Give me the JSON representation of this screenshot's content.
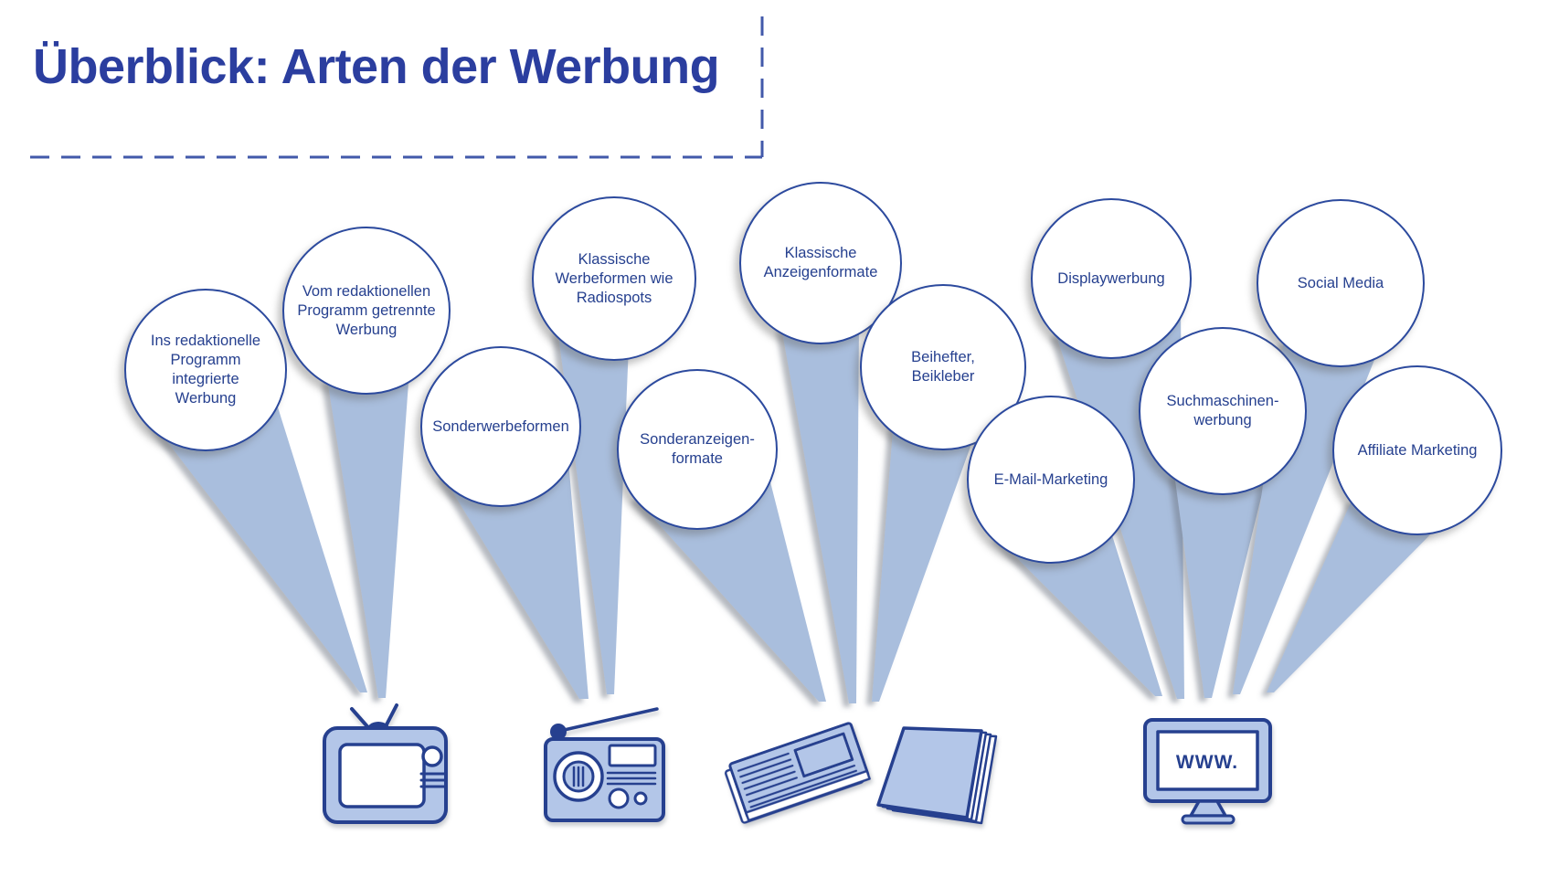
{
  "title": "Überblick: Arten der Werbung",
  "balloons": [
    {
      "id": "integrierte-werbung",
      "medium": "tv",
      "label": "Ins redaktionelle\nProgramm integrierte\nWerbung"
    },
    {
      "id": "getrennte-werbung",
      "medium": "tv",
      "label": "Vom redaktionellen\nProgramm getrennte\nWerbung"
    },
    {
      "id": "sonderwerbeformen",
      "medium": "radio",
      "label": "Sonderwerbeformen"
    },
    {
      "id": "radiospots",
      "medium": "radio",
      "label": "Klassische\nWerbeformen wie\nRadiospots"
    },
    {
      "id": "sonderanzeigenformate",
      "medium": "print",
      "label": "Sonderanzeigen-\nformate"
    },
    {
      "id": "klassische-anzeigenformate",
      "medium": "print",
      "label": "Klassische\nAnzeigenformate"
    },
    {
      "id": "beihefter-beikleber",
      "medium": "print",
      "label": "Beihefter,\nBeikleber"
    },
    {
      "id": "email-marketing",
      "medium": "online",
      "label": "E-Mail-Marketing"
    },
    {
      "id": "displaywerbung",
      "medium": "online",
      "label": "Displaywerbung"
    },
    {
      "id": "suchmaschinenwerbung",
      "medium": "online",
      "label": "Suchmaschinen-\nwerbung"
    },
    {
      "id": "social-media",
      "medium": "online",
      "label": "Social Media"
    },
    {
      "id": "affiliate-marketing",
      "medium": "online",
      "label": "Affiliate Marketing"
    }
  ],
  "monitor": {
    "screen_text": "WWW."
  },
  "media_icons": [
    "tv-icon",
    "radio-icon",
    "newspaper-icon",
    "magazine-icon",
    "computer-monitor-icon"
  ],
  "colors": {
    "title_blue": "#2b3e9f",
    "text_blue": "#26408f",
    "circle_border_blue": "#2c4a9e",
    "beam_blue": "#a9bedd",
    "icon_fill_blue": "#b3c6e8",
    "primary_dark_blue": "#27418f",
    "dash_blue": "#4259aa",
    "background": "#ffffff"
  }
}
